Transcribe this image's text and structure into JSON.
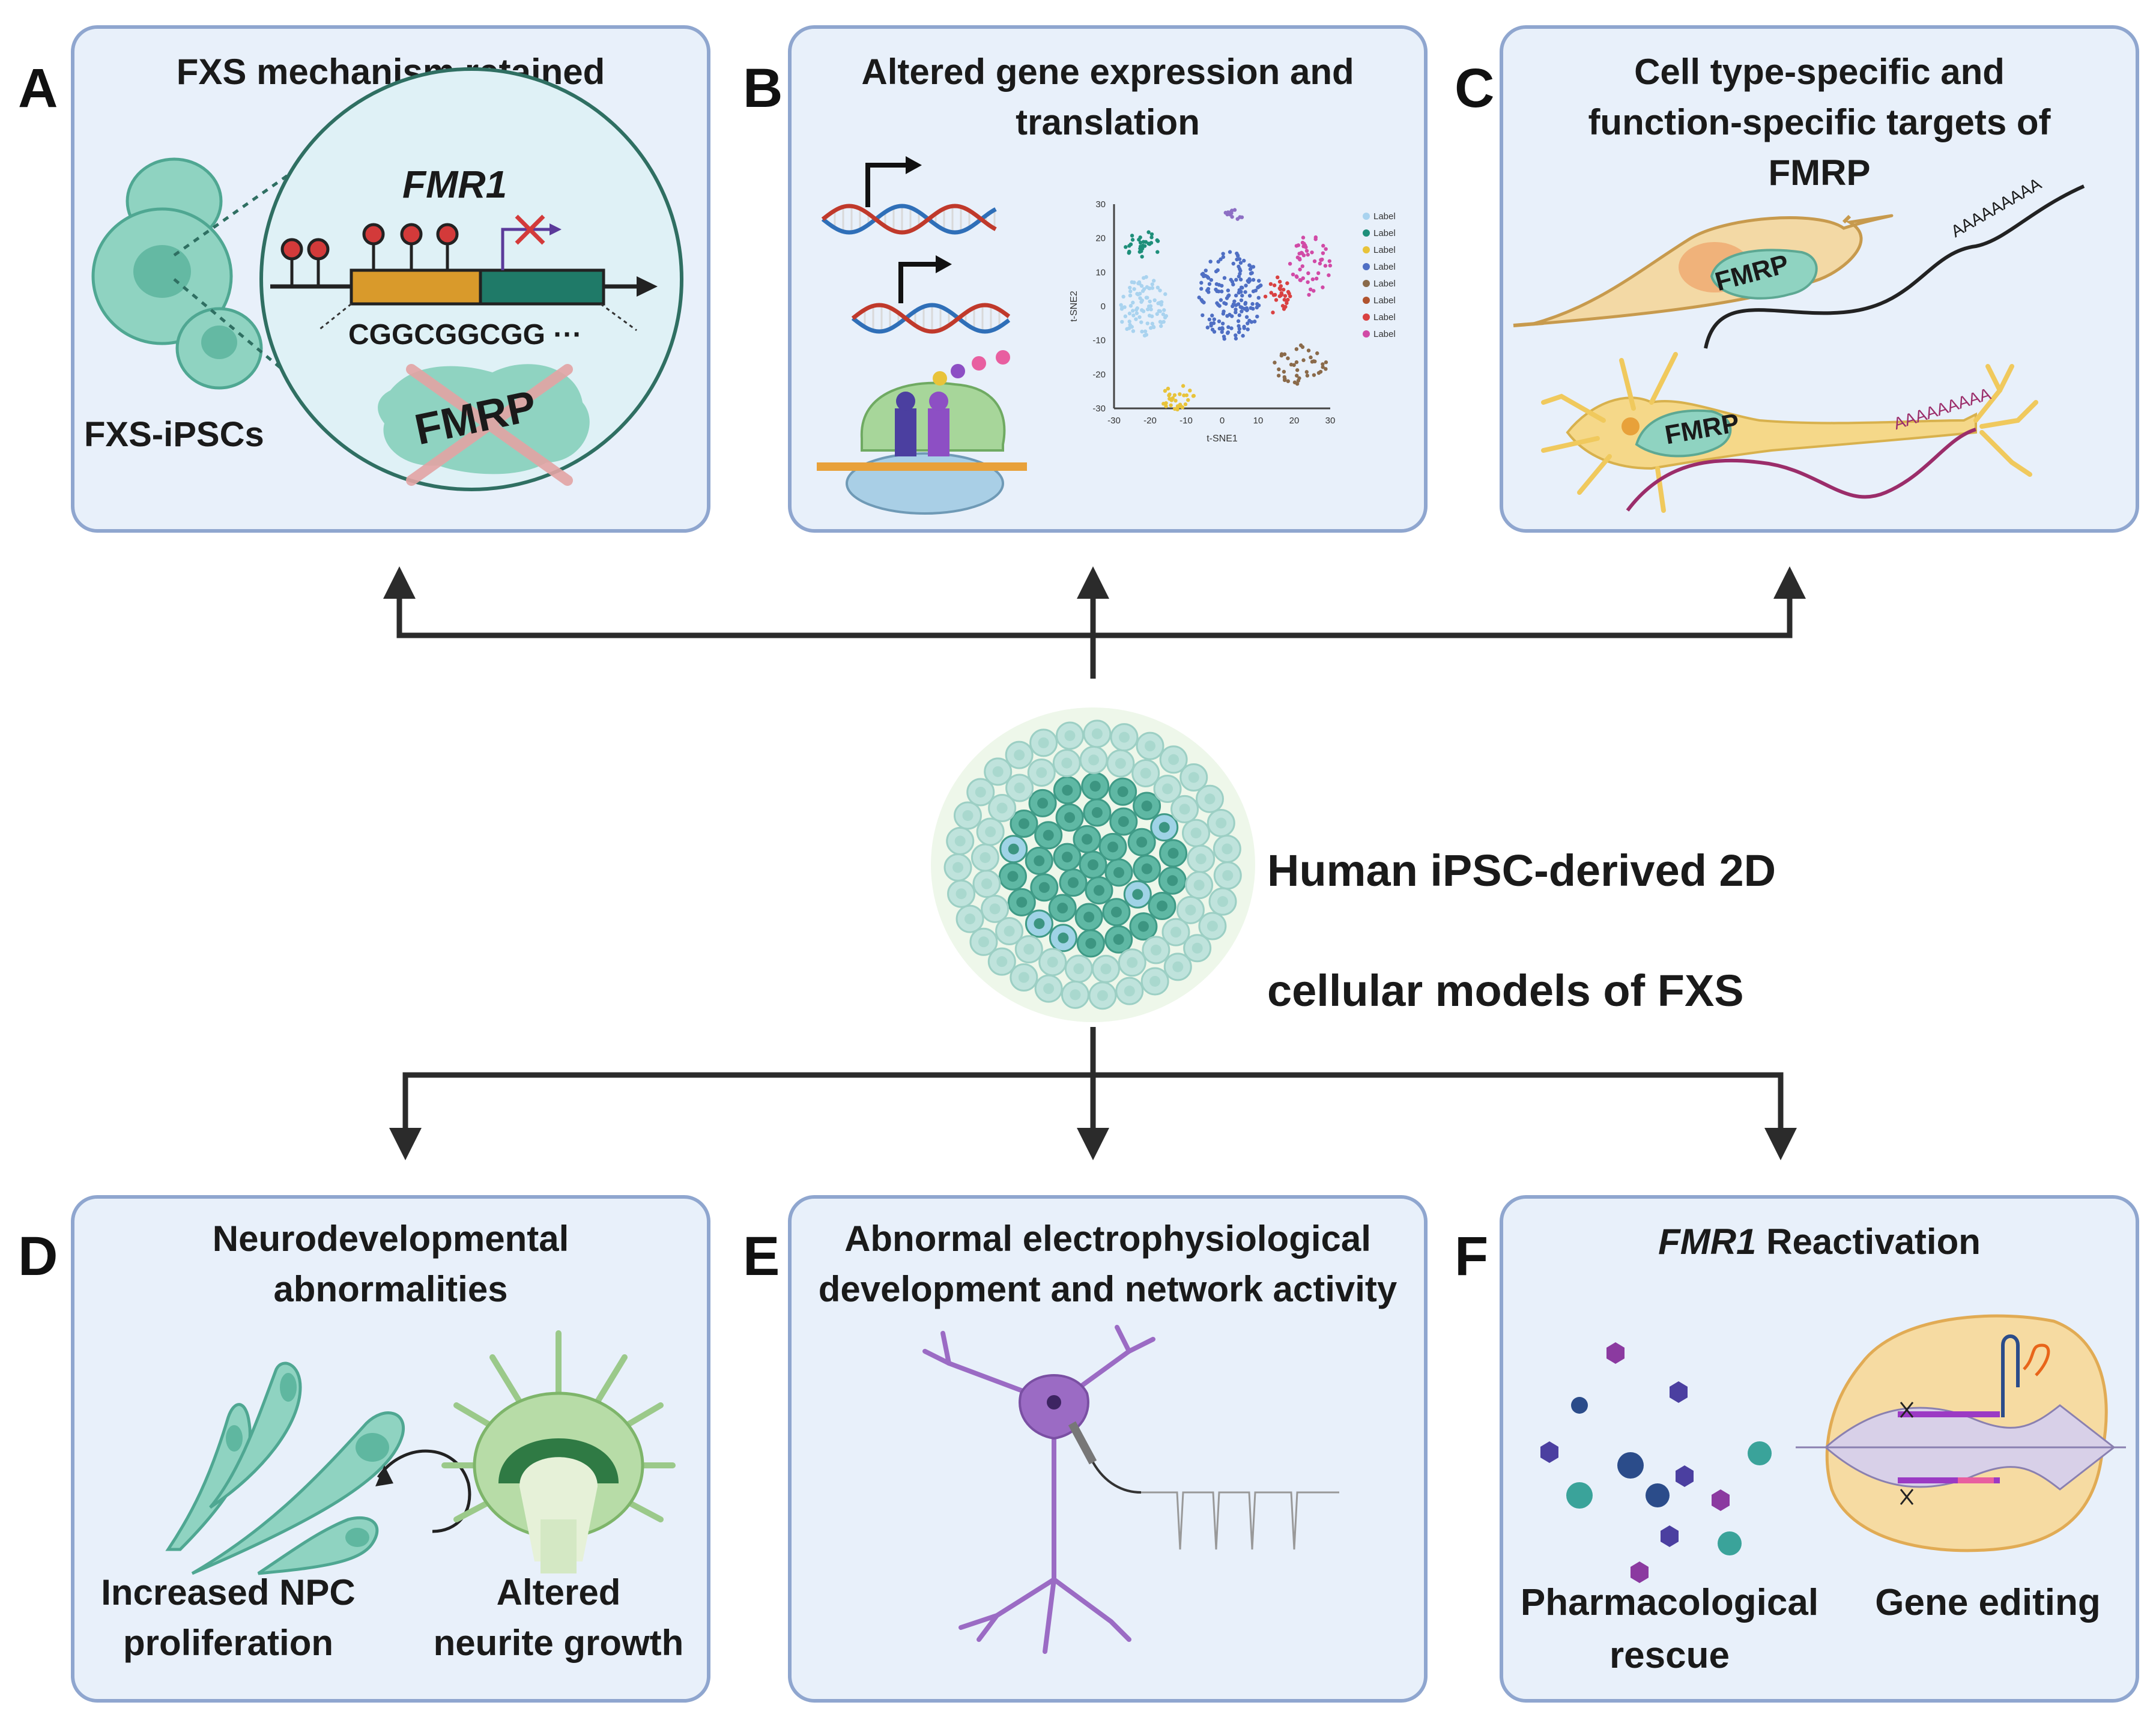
{
  "center": {
    "title_line1": "Human iPSC-derived 2D",
    "title_line2": "cellular models of FXS"
  },
  "panels": {
    "A": {
      "letter": "A",
      "title": "FXS mechanism retained",
      "gene_label": "FMR1",
      "repeat_label": "CGGCGGCGG ···",
      "protein_label": "FMRP",
      "cell_label": "FXS-iPSCs"
    },
    "B": {
      "letter": "B",
      "title": "Altered gene expression and\ntranslation",
      "tsne": {
        "xlabel": "t-SNE1",
        "ylabel": "t-SNE2",
        "xticks": [
          "-30",
          "-20",
          "-10",
          "0",
          "10",
          "20",
          "30"
        ],
        "yticks": [
          "30",
          "20",
          "10",
          "0",
          "-10",
          "-20",
          "-30"
        ],
        "legend": [
          "Label",
          "Label",
          "Label",
          "Label",
          "Label",
          "Label",
          "Label",
          "Label"
        ],
        "legend_colors": [
          "#a9d3ef",
          "#1e8f7a",
          "#e8c33a",
          "#4f6fc4",
          "#8a6a4a",
          "#b0532e",
          "#d94141",
          "#d14aa6"
        ]
      }
    },
    "C": {
      "letter": "C",
      "title": "Cell type-specific and\nfunction-specific targets of\nFMRP",
      "protein_label_1": "FMRP",
      "protein_label_2": "FMRP",
      "polya_1": "AAAAAAAAA",
      "polya_2": "AAAAAAAAA"
    },
    "D": {
      "letter": "D",
      "title": "Neurodevelopmental\nabnormalities",
      "label_left": "Increased NPC\nproliferation",
      "label_right": "Altered\nneurite growth"
    },
    "E": {
      "letter": "E",
      "title": "Abnormal electrophysiological\ndevelopment and network activity"
    },
    "F": {
      "letter": "F",
      "title_italic": "FMR1",
      "title_rest": " Reactivation",
      "label_left": "Pharmacological\nrescue",
      "label_right": "Gene editing"
    }
  },
  "colors": {
    "panel_fill": "#e8f0fa",
    "panel_border": "#8fa6cf",
    "teal": "#6cc5b0",
    "dark_teal": "#1d7a66",
    "orange": "#e0a83a",
    "red_x": "#c0392b",
    "purple": "#9b59b6",
    "yellow_neuron": "#f5d889"
  }
}
